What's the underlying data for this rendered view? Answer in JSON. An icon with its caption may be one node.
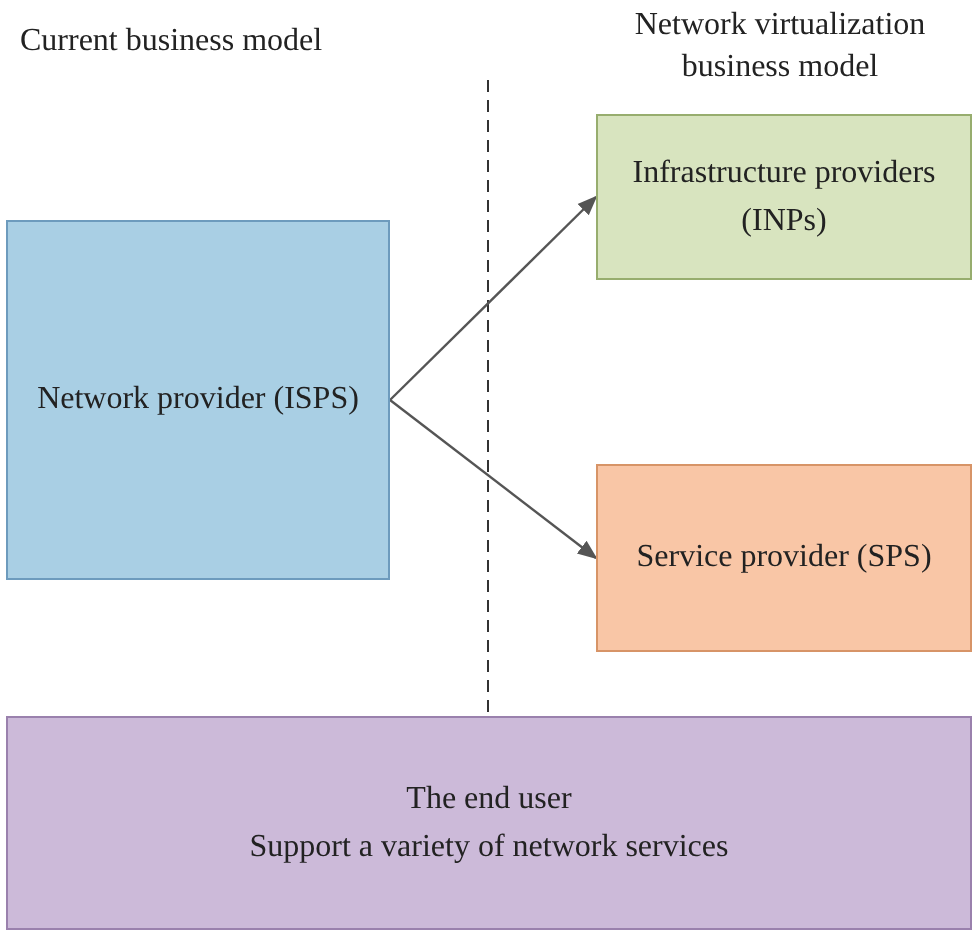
{
  "diagram": {
    "nodes": [
      {
        "text": [
          "Network provider (ISPS)"
        ]
      },
      {
        "text": [
          "Infrastructure providers (INPs)"
        ]
      },
      {
        "text": [
          "Service provider (SPS)"
        ]
      },
      {
        "text": [
          "The end user",
          "Support a variety of network services"
        ]
      }
    ],
    "edges": [
      {
        "from": 0,
        "to": 1,
        "arrow": "to"
      },
      {
        "from": 0,
        "to": 2,
        "arrow": "to"
      }
    ],
    "labels": [
      "Current business model",
      "Network virtualization business model"
    ]
  }
}
